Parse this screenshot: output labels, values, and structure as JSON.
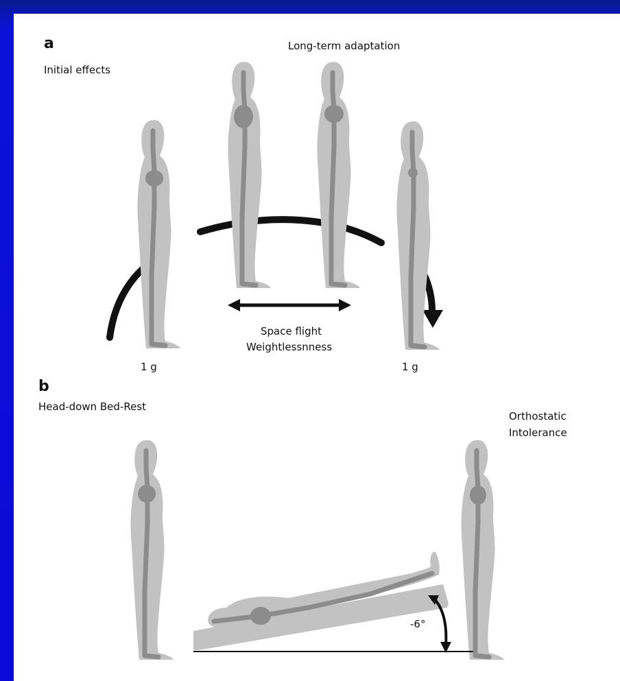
{
  "panel_a": {
    "letter": "a",
    "initial_effects": "Initial effects",
    "long_term": "Long-term adaptation",
    "space_flight": "Space flight",
    "weightlessness": "Weightlessnness",
    "g_left": "1 g",
    "g_right": "1 g"
  },
  "panel_b": {
    "letter": "b",
    "head_down": "Head-down Bed-Rest",
    "orthostatic": "Orthostatic",
    "intolerance": "Intolerance",
    "angle": "-6°"
  },
  "colors": {
    "body_outer": "#c2c2c2",
    "body_inner": "#8c8c8c",
    "arrow": "#111111",
    "frame": "#0a0ad6"
  }
}
